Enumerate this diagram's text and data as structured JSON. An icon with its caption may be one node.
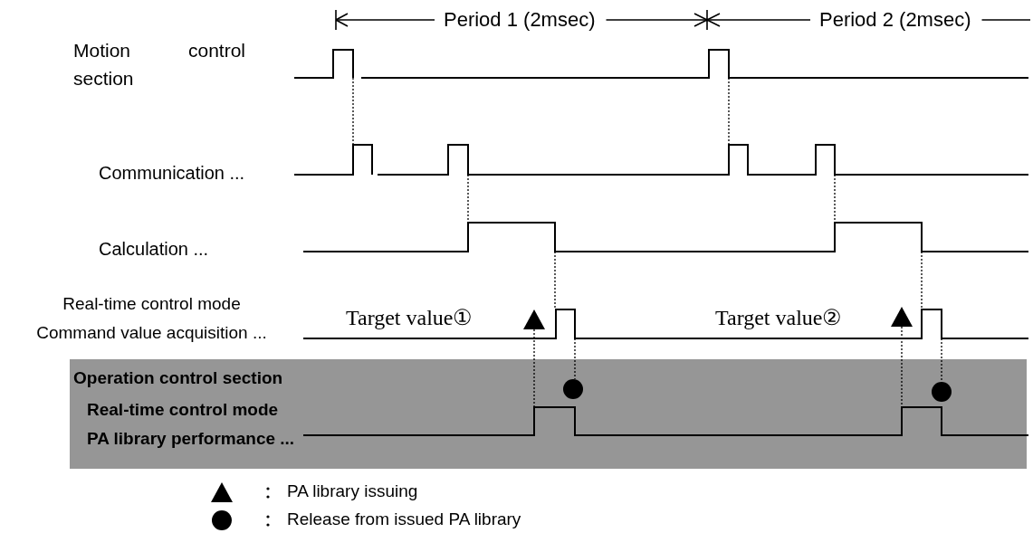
{
  "diagram": {
    "nodes": [
      {
        "text": [
          "Operation control section",
          "Real-time control mode PA library performance ..."
        ]
      }
    ],
    "labels": [
      "Period 1 (2msec)",
      "Period 2 (2msec)",
      "Motion control section",
      "Communication ...",
      "Calculation ...",
      "Real-time control mode Command value acquisition ...",
      "Target value①",
      "Target value②"
    ],
    "legend": [
      {
        "text": "PA library issuing"
      },
      {
        "text": "Release from issued PA library"
      }
    ]
  }
}
